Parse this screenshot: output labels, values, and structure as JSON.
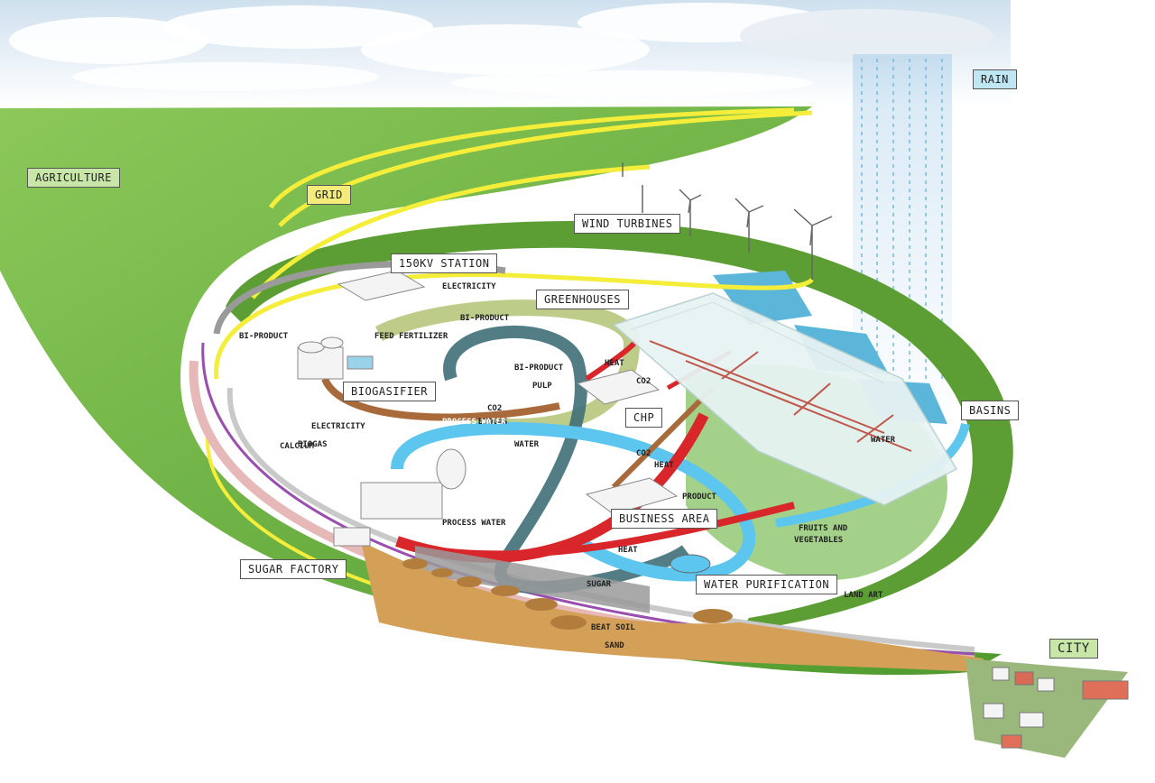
{
  "labels": {
    "rain": "RAIN",
    "agriculture": "AGRICULTURE",
    "grid": "GRID",
    "wind_turbines": "WIND TURBINES",
    "station": "150KV STATION",
    "greenhouses": "GREENHOUSES",
    "biogasifier": "BIOGASIFIER",
    "chp": "CHP",
    "basins": "BASINS",
    "business_area": "BUSINESS AREA",
    "sugar_factory": "SUGAR FACTORY",
    "water_purification": "WATER PURIFICATION",
    "city": "CITY"
  },
  "flows": {
    "electricity": "ELECTRICITY",
    "bi_product_top": "BI-PRODUCT",
    "feed_fertilizer": "FEED FERTILIZER",
    "bi_product_left": "BI-PRODUCT",
    "bi_product_mid": "BI-PRODUCT",
    "pulp": "PULP",
    "heat_chp": "HEAT",
    "co2_chp": "CO2",
    "co2_mid": "CO2",
    "biogas_mid": "BIOGAS",
    "process_water_diag": "PROCESS WATER",
    "water": "WATER",
    "electricity_left": "ELECTRICITY",
    "biogas_left": "BIOGAS",
    "calcium": "CALCIUM",
    "beats": "BEATS",
    "co2_lower": "CO2",
    "heat_lower": "HEAT",
    "product": "PRODUCT",
    "process_water": "PROCESS WATER",
    "heat_bottom": "HEAT",
    "sugar": "SUGAR",
    "water_basins": "WATER",
    "fruits_vegetables_1": "FRUITS AND",
    "fruits_vegetables_2": "VEGETABLES",
    "land_art": "LAND ART",
    "beat_soil": "BEAT SOIL",
    "sand": "SAND"
  },
  "colors": {
    "sky": "#dfeaf3",
    "field": "#7dbb4c",
    "field_dark": "#4f8f2a",
    "electricity": "#f4ee3a",
    "heat": "#d8262b",
    "water": "#5cc6ee",
    "process_water": "#3f6f78",
    "co2": "#a86a3a",
    "biogas": "#b98a6b",
    "biproduct": "#b7c67c",
    "sugar": "#9a9a9a",
    "soil": "#d4a057",
    "pink": "#e6b8b8",
    "purple": "#9a4fb0"
  }
}
